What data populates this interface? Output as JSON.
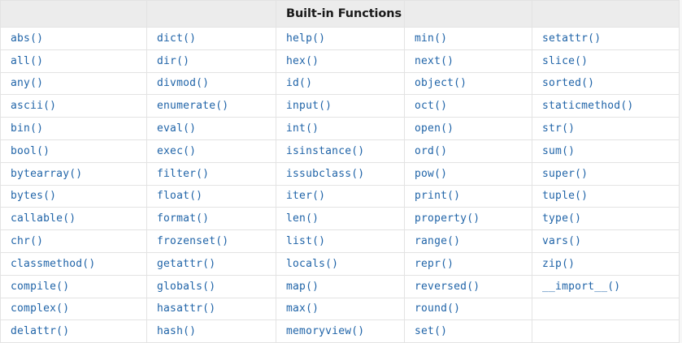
{
  "table": {
    "title": "Built-in Functions",
    "title_column_index": 2,
    "column_count": 5,
    "header_cells": [
      "",
      "",
      "Built-in Functions",
      "",
      ""
    ],
    "accent_text_color": "#2064a8",
    "header_background_color": "#ececec",
    "cell_background_color": "#ffffff",
    "border_color": "#e3e3e3",
    "page_background_color": "#f7f7f7",
    "rows": [
      [
        "abs()",
        "dict()",
        "help()",
        "min()",
        "setattr()"
      ],
      [
        "all()",
        "dir()",
        "hex()",
        "next()",
        "slice()"
      ],
      [
        "any()",
        "divmod()",
        "id()",
        "object()",
        "sorted()"
      ],
      [
        "ascii()",
        "enumerate()",
        "input()",
        "oct()",
        "staticmethod()"
      ],
      [
        "bin()",
        "eval()",
        "int()",
        "open()",
        "str()"
      ],
      [
        "bool()",
        "exec()",
        "isinstance()",
        "ord()",
        "sum()"
      ],
      [
        "bytearray()",
        "filter()",
        "issubclass()",
        "pow()",
        "super()"
      ],
      [
        "bytes()",
        "float()",
        "iter()",
        "print()",
        "tuple()"
      ],
      [
        "callable()",
        "format()",
        "len()",
        "property()",
        "type()"
      ],
      [
        "chr()",
        "frozenset()",
        "list()",
        "range()",
        "vars()"
      ],
      [
        "classmethod()",
        "getattr()",
        "locals()",
        "repr()",
        "zip()"
      ],
      [
        "compile()",
        "globals()",
        "map()",
        "reversed()",
        "__import__()"
      ],
      [
        "complex()",
        "hasattr()",
        "max()",
        "round()",
        ""
      ],
      [
        "delattr()",
        "hash()",
        "memoryview()",
        "set()",
        ""
      ]
    ]
  }
}
